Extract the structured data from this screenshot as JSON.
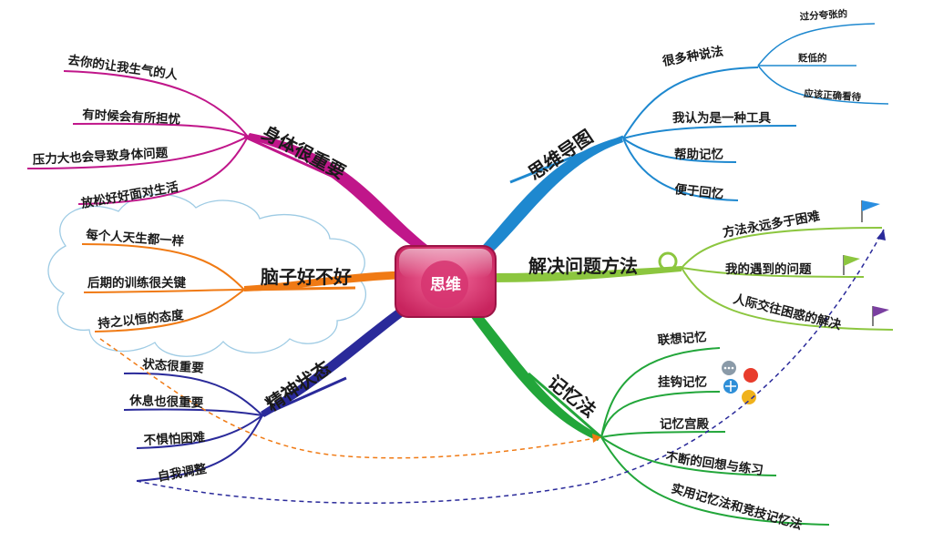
{
  "center": {
    "label": "思维"
  },
  "colors": {
    "magenta": "#c0168a",
    "orange": "#f07a14",
    "navy": "#2a2a9a",
    "blue": "#1e88cf",
    "green_light": "#8cc63f",
    "green": "#22a63a",
    "center_pink": "#e8487f"
  },
  "branches": {
    "body": {
      "label": "身体很重要",
      "children": [
        "去你的让我生气的人",
        "有时候会有所担忧",
        "压力大也会导致身体问题",
        "放松好好面对生活"
      ]
    },
    "brain": {
      "label": "脑子好不好",
      "children": [
        "每个人天生都一样",
        "后期的训练很关键",
        "持之以恒的态度"
      ]
    },
    "spirit": {
      "label": "精神状态",
      "children": [
        "状态很重要",
        "休息也很重要",
        "不惧怕困难",
        "自我调整"
      ]
    },
    "mindmap": {
      "label": "思维导图",
      "children": [
        {
          "label": "很多种说法",
          "children": [
            "过分夸张的",
            "贬低的",
            "应该正确看待"
          ]
        },
        {
          "label": "我认为是一种工具"
        },
        {
          "label": "帮助记忆"
        },
        {
          "label": "便于回忆"
        }
      ]
    },
    "solve": {
      "label": "解决问题方法",
      "children": [
        "方法永远多于困难",
        "我的遇到的问题",
        "人际交往困惑的解决"
      ]
    },
    "memory": {
      "label": "记忆法",
      "children": [
        "联想记忆",
        "挂钩记忆",
        "记忆宫殿",
        "不断的回想与练习",
        "实用记忆法和竞技记忆法"
      ]
    }
  }
}
